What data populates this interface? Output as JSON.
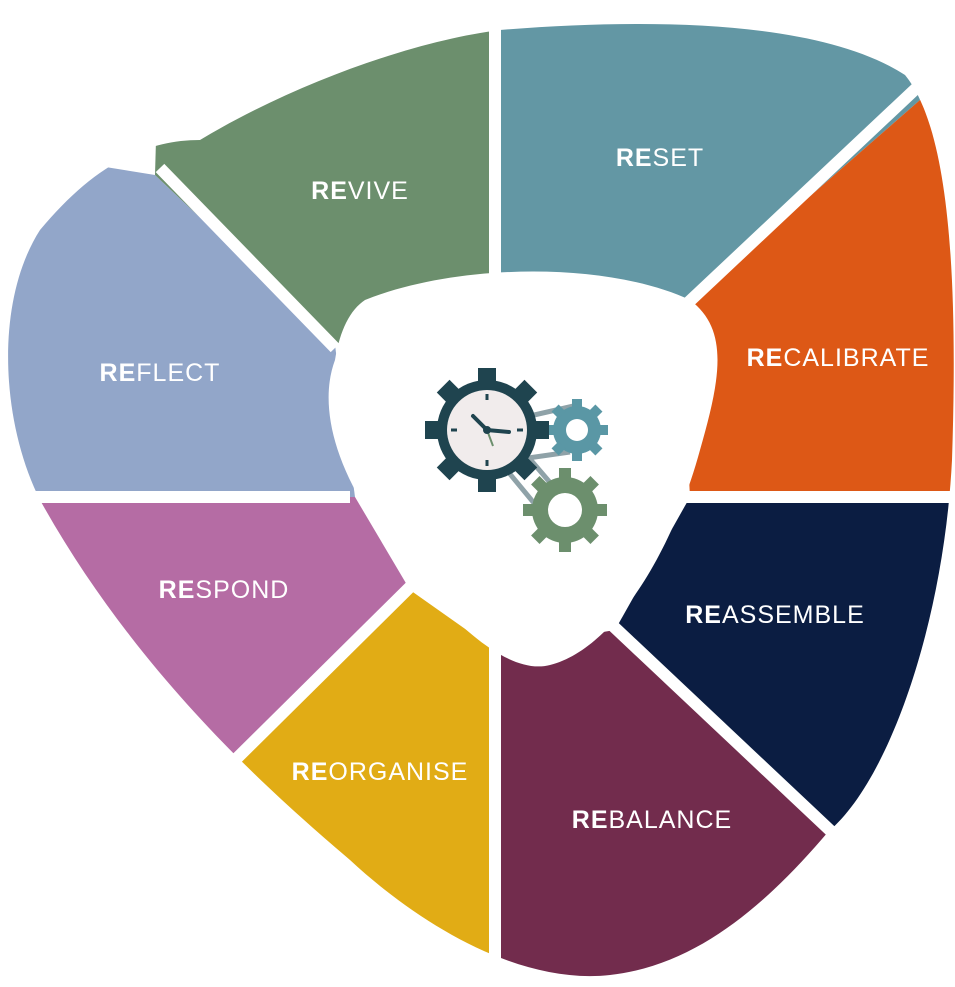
{
  "diagram": {
    "center_icon": "clock-gears-icon",
    "segments": [
      {
        "id": "reset",
        "prefix": "RE",
        "suffix": "SET",
        "color": "#6397a4"
      },
      {
        "id": "recalibrate",
        "prefix": "RE",
        "suffix": "CALIBRATE",
        "color": "#dd5816"
      },
      {
        "id": "reassemble",
        "prefix": "RE",
        "suffix": "ASSEMBLE",
        "color": "#0b1d42"
      },
      {
        "id": "rebalance",
        "prefix": "RE",
        "suffix": "BALANCE",
        "color": "#722c4d"
      },
      {
        "id": "reorganise",
        "prefix": "RE",
        "suffix": "ORGANISE",
        "color": "#e1ac15"
      },
      {
        "id": "respond",
        "prefix": "RE",
        "suffix": "SPOND",
        "color": "#b56ca4"
      },
      {
        "id": "reflect",
        "prefix": "RE",
        "suffix": "FLECT",
        "color": "#92a6c9"
      },
      {
        "id": "revive",
        "prefix": "RE",
        "suffix": "VIVE",
        "color": "#6c8f6d"
      }
    ],
    "icon_colors": {
      "dark_gear": "#1f444f",
      "blue_gear": "#5a97a5",
      "green_gear": "#6c8f6d",
      "clock_face": "#f1ecec"
    }
  }
}
